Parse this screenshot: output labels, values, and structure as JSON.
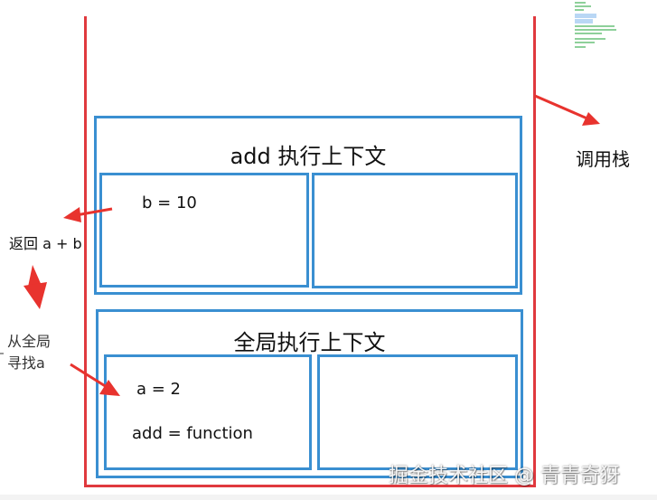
{
  "call_stack_label": "调用栈",
  "add_context": {
    "title": "add 执行上下文",
    "var_b": "b = 10"
  },
  "global_context": {
    "title": "全局执行上下文",
    "var_a": "a = 2",
    "var_add": "add = function"
  },
  "annotations": {
    "return_text": "返回 a + b",
    "lookup_line1": "从全局",
    "lookup_line2": "寻找a"
  },
  "watermark": "掘金技术社区 @ 青青奇犽",
  "colors": {
    "stack_border": "#e0393e",
    "context_border": "#3a8fd1",
    "arrow": "#e8332e"
  }
}
